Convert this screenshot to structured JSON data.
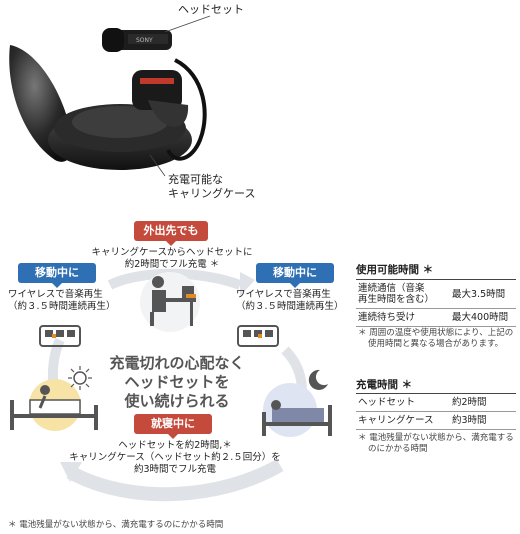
{
  "callouts": {
    "headset": "ヘッドセット",
    "case_line1": "充電可能な",
    "case_line2": "キャリングケース"
  },
  "product": {
    "brand_mark": "SONY"
  },
  "cycle": {
    "outing": {
      "badge": "外出先でも",
      "line1": "キャリングケースからヘッドセットに",
      "line2": "約2時間でフル充電 ＊"
    },
    "moving_left": {
      "badge": "移動中に",
      "line1": "ワイヤレスで音楽再生",
      "line2": "（約３.５時間連続再生）"
    },
    "moving_right": {
      "badge": "移動中に",
      "line1": "ワイヤレスで音楽再生",
      "line2": "（約３.５時間連続再生）"
    },
    "center_copy": [
      "充電切れの心配なく",
      "ヘッドセットを",
      "使い続けられる"
    ],
    "sleeping": {
      "badge": "就寝中に",
      "line1": "ヘッドセットを約2時間,＊",
      "line2": "キャリングケース（ヘッドセット約２.５回分）を",
      "line3": "約3時間でフル充電"
    }
  },
  "footnote": "＊ 電池残量がない状態から、満充電するのにかかる時間",
  "usage_time": {
    "title": "使用可能時間 ＊",
    "rows": [
      {
        "label_line1": "連続通信（音楽",
        "label_line2": "再生時間を含む）",
        "value": "最大3.5時間"
      },
      {
        "label_line1": "連続待ち受け",
        "label_line2": "",
        "value": "最大400時間"
      }
    ],
    "note_line1": "＊ 周囲の温度や使用状態により、上記の",
    "note_line2": "使用時間と異なる場合があります。"
  },
  "charge_time": {
    "title": "充電時間 ＊",
    "rows": [
      {
        "label": "ヘッドセット",
        "value": "約2時間"
      },
      {
        "label": "キャリングケース",
        "value": "約3時間"
      }
    ],
    "note_line1": "＊ 電池残量がない状態から、満充電する",
    "note_line2": "のにかかる時間"
  }
}
